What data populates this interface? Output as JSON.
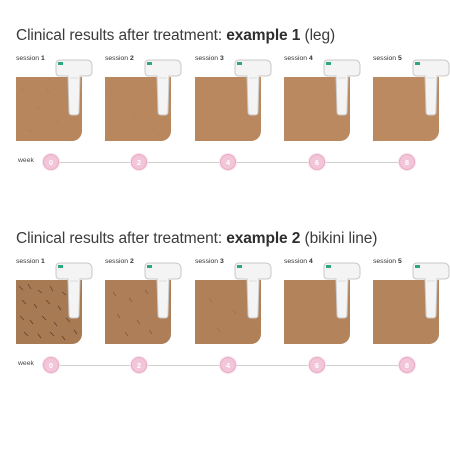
{
  "example1": {
    "title_prefix": "Clinical results after treatment: ",
    "title_bold": "example 1",
    "title_suffix": " (leg)",
    "skin_color": "#b7865c",
    "sessions": [
      {
        "word": "session",
        "num": "1"
      },
      {
        "word": "session",
        "num": "2"
      },
      {
        "word": "session",
        "num": "3"
      },
      {
        "word": "session",
        "num": "4"
      },
      {
        "word": "session",
        "num": "5"
      }
    ],
    "week_label": "week",
    "weeks": [
      "0",
      "2",
      "4",
      "6",
      "8"
    ]
  },
  "example2": {
    "title_prefix": "Clinical results after treatment: ",
    "title_bold": "example 2",
    "title_suffix": " (bikini line)",
    "skin_color": "#b07f58",
    "sessions": [
      {
        "word": "session",
        "num": "1"
      },
      {
        "word": "session",
        "num": "2"
      },
      {
        "word": "session",
        "num": "3"
      },
      {
        "word": "session",
        "num": "4"
      },
      {
        "word": "session",
        "num": "5"
      }
    ],
    "week_label": "week",
    "weeks": [
      "0",
      "2",
      "4",
      "6",
      "8"
    ]
  },
  "colors": {
    "timeline_dot": "#f2c6d8",
    "timeline_line": "#cfcfcf",
    "device_body": "#f3f3f3",
    "device_accent": "#2fa77a"
  },
  "icons": {
    "device": "ipl-device-icon"
  }
}
